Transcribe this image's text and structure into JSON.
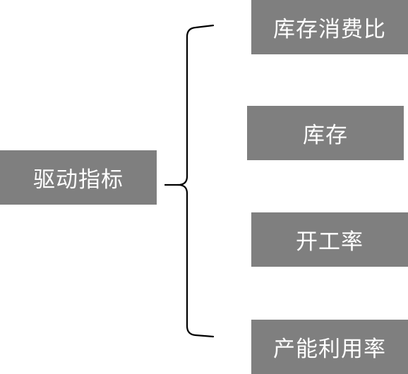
{
  "root": {
    "label": "驱动指标"
  },
  "children": [
    {
      "label": "库存消费比"
    },
    {
      "label": "库存"
    },
    {
      "label": "开工率"
    },
    {
      "label": "产能利用率"
    }
  ],
  "colors": {
    "box_fill": "#7f7f7f",
    "box_text": "#ffffff",
    "connector": "#000000",
    "background": "#ffffff"
  }
}
